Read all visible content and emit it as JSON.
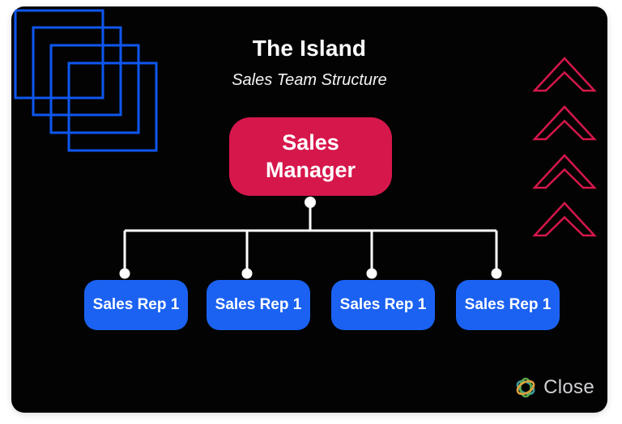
{
  "page": {
    "title": "The Island",
    "subtitle": "Sales Team Structure"
  },
  "org_chart": {
    "manager": {
      "label": "Sales Manager"
    },
    "reps": [
      {
        "label": "Sales Rep 1"
      },
      {
        "label": "Sales Rep 1"
      },
      {
        "label": "Sales Rep 1"
      },
      {
        "label": "Sales Rep 1"
      }
    ]
  },
  "branding": {
    "logo_text": "Close"
  },
  "icons": {
    "top_left": "overlapping-squares-icon",
    "right": "chevrons-up-icon",
    "logo": "close-knot-icon"
  },
  "colors": {
    "page_background": "#ffffff",
    "card_background": "#030303",
    "manager_box": "#d6174b",
    "rep_box": "#1b62f2",
    "squares_accent": "#0e57f0",
    "chevrons_accent": "#d6174b",
    "connector": "#ffffff",
    "title_text": "#ffffff",
    "logo_text": "#cfd1d4"
  }
}
